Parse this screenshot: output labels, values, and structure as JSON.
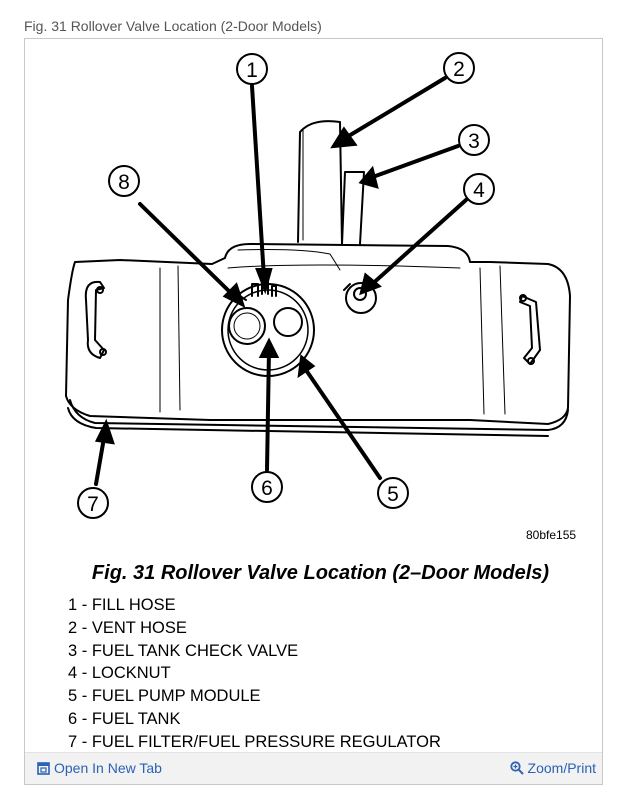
{
  "header": {
    "caption": "Fig. 31 Rollover Valve Location (2-Door Models)"
  },
  "figure": {
    "image_code": "80bfe155",
    "title": "Fig. 31 Rollover Valve Location (2–Door Models)",
    "callouts": [
      "1",
      "2",
      "3",
      "4",
      "5",
      "6",
      "7",
      "8"
    ],
    "legend": [
      "1 - FILL HOSE",
      "2 - VENT HOSE",
      "3 - FUEL TANK CHECK VALVE",
      "4 - LOCKNUT",
      "5 - FUEL PUMP MODULE",
      "6 - FUEL TANK",
      "7 - FUEL FILTER/FUEL PRESSURE REGULATOR"
    ]
  },
  "footer": {
    "open_label": "Open In New Tab",
    "zoom_label": "Zoom/Print",
    "open_icon": "open-in-new-tab-icon",
    "zoom_icon": "magnifier-icon",
    "link_color": "#2b62b3"
  }
}
